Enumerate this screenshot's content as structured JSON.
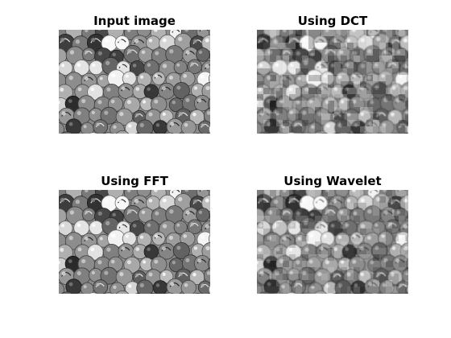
{
  "figure": {
    "panels": [
      {
        "title": "Input image"
      },
      {
        "title": "Using DCT"
      },
      {
        "title": "Using FFT"
      },
      {
        "title": "Using Wavelet"
      }
    ]
  }
}
